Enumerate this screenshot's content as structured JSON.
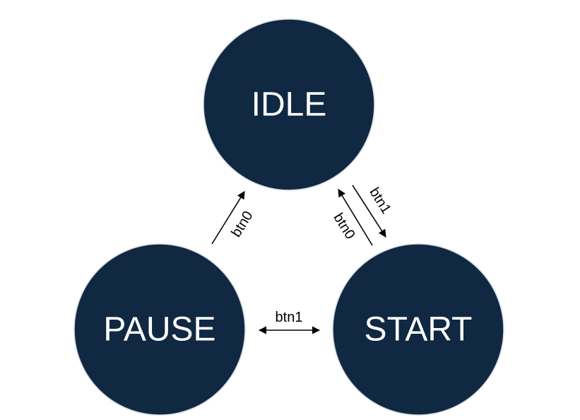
{
  "colors": {
    "state_fill": "#102842",
    "state_text": "#ffffff",
    "arrow": "#000000"
  },
  "states": {
    "idle": "IDLE",
    "pause": "PAUSE",
    "start": "START"
  },
  "transitions": [
    {
      "from": "PAUSE",
      "to": "IDLE",
      "label": "btn0"
    },
    {
      "from": "IDLE",
      "to": "START",
      "label": "btn1"
    },
    {
      "from": "START",
      "to": "IDLE",
      "label": "btn0"
    },
    {
      "from": "PAUSE",
      "to": "START",
      "label": "btn1",
      "bidirectional": true
    }
  ]
}
